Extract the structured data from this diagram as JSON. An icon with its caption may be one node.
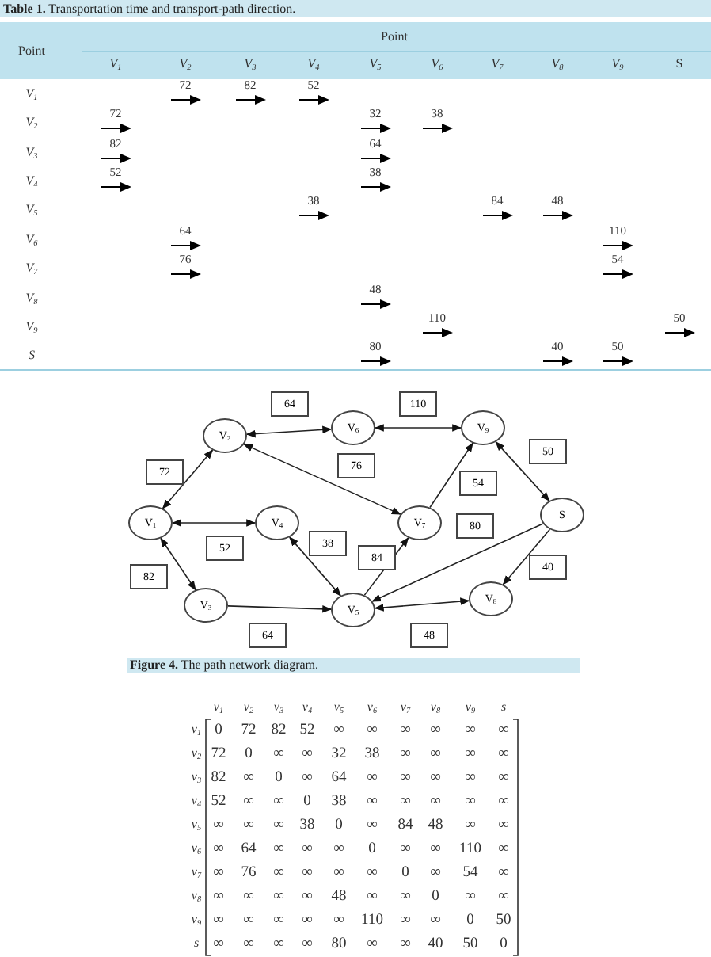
{
  "diagram": {
    "title": "**Table 1.** Transportation time and transport-path direction.",
    "caption": "**Figure 4.** The path network diagram.",
    "nodes": [
      {
        "text": [
          "V$_{2}$"
        ]
      },
      {
        "text": [
          "V$_{6}$"
        ]
      },
      {
        "text": [
          "V$_{9}$"
        ]
      },
      {
        "text": [
          "V$_{1}$"
        ]
      },
      {
        "text": [
          "V$_{4}$"
        ]
      },
      {
        "text": [
          "V$_{7}$"
        ]
      },
      {
        "text": [
          "S"
        ]
      },
      {
        "text": [
          "V$_{3}$"
        ]
      },
      {
        "text": [
          "V$_{5}$"
        ]
      },
      {
        "text": [
          "V$_{8}$"
        ]
      }
    ],
    "edges": [
      {
        "from": 0,
        "to": 1,
        "arrow": "both",
        "label": "64"
      },
      {
        "from": 1,
        "to": 2,
        "arrow": "both",
        "label": "110"
      },
      {
        "from": 3,
        "to": 0,
        "arrow": "both",
        "label": "72"
      },
      {
        "from": 0,
        "to": 5,
        "arrow": "both",
        "label": "76"
      },
      {
        "from": 5,
        "to": 2,
        "arrow": "to",
        "label": "54"
      },
      {
        "from": 2,
        "to": 6,
        "arrow": "both",
        "label": "50"
      },
      {
        "from": 3,
        "to": 4,
        "arrow": "both",
        "label": "52"
      },
      {
        "from": 3,
        "to": 7,
        "arrow": "both",
        "label": "82"
      },
      {
        "from": 4,
        "to": 8,
        "arrow": "both",
        "label": "38"
      },
      {
        "from": 8,
        "to": 5,
        "arrow": "to",
        "label": "84"
      },
      {
        "from": 6,
        "to": 8,
        "arrow": "to",
        "label": "80"
      },
      {
        "from": 6,
        "to": 9,
        "arrow": "to",
        "label": "40"
      },
      {
        "from": 7,
        "to": 8,
        "arrow": "to",
        "label": "64"
      },
      {
        "from": 8,
        "to": 9,
        "arrow": "both",
        "label": "48"
      }
    ],
    "labels": [
      "Point",
      "Point",
      "V$_{1}$",
      "V$_{2}$",
      "V$_{3}$",
      "V$_{4}$",
      "V$_{5}$",
      "V$_{6}$",
      "V$_{7}$",
      "V$_{8}$",
      "V$_{9}$",
      "S",
      "V$_{1}$",
      "72",
      "82",
      "52",
      "V$_{2}$",
      "72",
      "32",
      "38",
      "V$_{3}$",
      "82",
      "64",
      "V$_{4}$",
      "52",
      "38",
      "V$_{5}$",
      "38",
      "84",
      "48",
      "V$_{6}$",
      "64",
      "110",
      "V$_{7}$",
      "76",
      "54",
      "V$_{8}$",
      "48",
      "V$_{9}$",
      "110",
      "50",
      "S",
      "80",
      "40",
      "50",
      "v$_{1}$",
      "v$_{2}$",
      "v$_{3}$",
      "v$_{4}$",
      "v$_{5}$",
      "v$_{6}$",
      "v$_{7}$",
      "v$_{8}$",
      "v$_{9}$",
      "s",
      "v$_{1}$",
      "0",
      "72",
      "82",
      "52",
      "∞",
      "∞",
      "∞",
      "∞",
      "∞",
      "∞",
      "v$_{2}$",
      "72",
      "0",
      "∞",
      "∞",
      "32",
      "38",
      "∞",
      "∞",
      "∞",
      "∞",
      "v$_{3}$",
      "82",
      "∞",
      "0",
      "∞",
      "64",
      "∞",
      "∞",
      "∞",
      "∞",
      "∞",
      "v$_{4}$",
      "52",
      "∞",
      "∞",
      "0",
      "38",
      "∞",
      "∞",
      "∞",
      "∞",
      "∞",
      "v$_{5}$",
      "∞",
      "∞",
      "∞",
      "38",
      "0",
      "∞",
      "84",
      "48",
      "∞",
      "∞",
      "v$_{6}$",
      "∞",
      "64",
      "∞",
      "∞",
      "∞",
      "0",
      "∞",
      "∞",
      "110",
      "∞",
      "v$_{7}$",
      "∞",
      "76",
      "∞",
      "∞",
      "∞",
      "∞",
      "0",
      "∞",
      "54",
      "∞",
      "v$_{8}$",
      "∞",
      "∞",
      "∞",
      "∞",
      "48",
      "∞",
      "∞",
      "0",
      "∞",
      "∞",
      "v$_{9}$",
      "∞",
      "∞",
      "∞",
      "∞",
      "∞",
      "110",
      "∞",
      "∞",
      "0",
      "50",
      "s",
      "∞",
      "∞",
      "∞",
      "∞",
      "80",
      "∞",
      "∞",
      "40",
      "50",
      "0"
    ]
  }
}
